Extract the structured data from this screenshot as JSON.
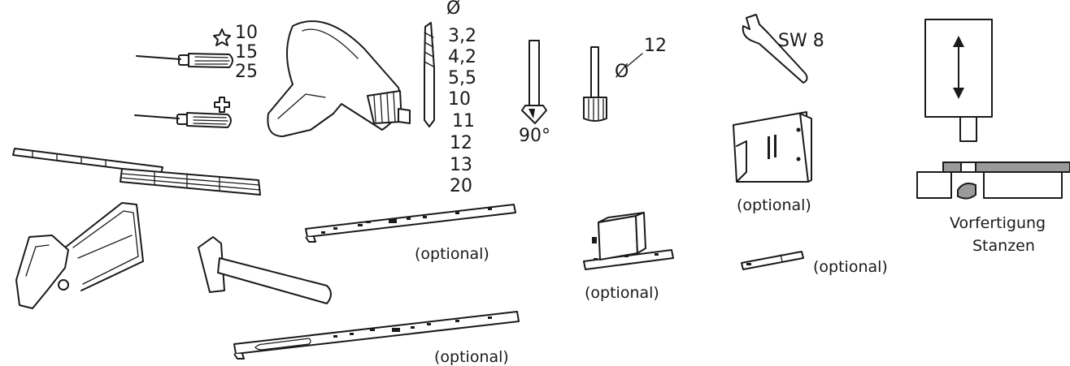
{
  "screwdriver_torx": {
    "sizes": [
      "10",
      "15",
      "25"
    ]
  },
  "drill": {
    "diameter_symbol": "Ø",
    "bit_sizes": [
      "3,2",
      "4,2",
      "5,5",
      "10",
      "11",
      "12",
      "13",
      "20"
    ]
  },
  "countersink": {
    "angle": "90°"
  },
  "pin_punch": {
    "symbol": "Ø",
    "size": "12"
  },
  "wrench": {
    "label": "SW 8"
  },
  "optional_labels": {
    "jig_upper": "(optional)",
    "jig_lower": "(optional)",
    "block_jig": "(optional)",
    "bracket": "(optional)",
    "small_rod": "(optional)"
  },
  "press": {
    "label_line1": "Vorfertigung",
    "label_line2": "Stanzen"
  }
}
